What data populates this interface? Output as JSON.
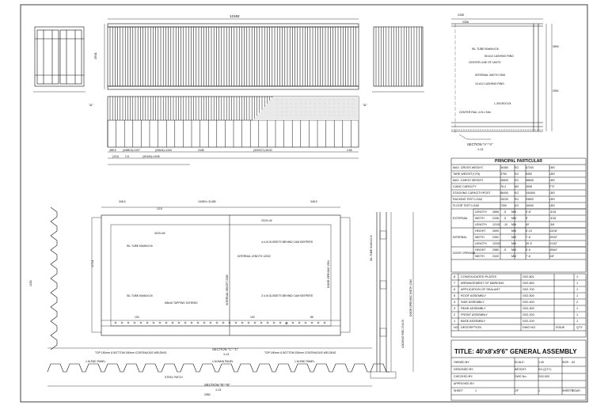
{
  "drawing": {
    "top_dims": {
      "overall_length": "12192",
      "height": "2591",
      "width_end": "2438",
      "bottom_dims": [
        "485.5",
        "(5388.5)=1107",
        "(336x4)=1340",
        "2438",
        "(300X27)=8100",
        "4.86",
        "(2X2)",
        "2.5",
        "(3X340)=1935"
      ]
    },
    "section_aa": {
      "labels": [
        "SIL.TUBE 60x60x3.0t",
        "50-#12 LASHING RING",
        "CENTER LINE OF UNITS",
        "INTERNAL WIDTH 2352",
        "10-#12 LASHING RING",
        "L-30X30X3.0t",
        "CENTER RAIL 4.0t x 32m"
      ],
      "title": "SECTION \"A\"-\"A\"",
      "scale": "1:13",
      "dims": [
        "2438",
        "2336",
        "2890",
        "2591"
      ]
    },
    "side_section": {
      "labels": [
        "SIL.TUBE 60x60x3.0t",
        "4-4.0t GUSSETS BEHIND CAM KEEPERS",
        "INTERNAL LENGTH 12032",
        "SIL.TUBE 60x60x3.0t",
        "M8x16 TAPPING SCREWS",
        "2-4.0t GUSSETS BEHIND CAM KEEPERS",
        "DOOR OPENING 2591",
        "TOP 150mm & BOTTOM 150mm CONTINUOUS WELDING",
        "1.6t END PANEL",
        "1.6t MAIN PANEL",
        "TOP 150mm & BOTTOM 150mm CONTINUOUS WELDING",
        "1.6t END PANEL",
        "STEEL PATCH",
        "INTERNAL HEIGHT 2385"
      ],
      "dims": [
        "348.5",
        "104501=11465",
        "348.5",
        "13.5",
        "3X20=60",
        "2X20=40",
        "1180",
        "2950",
        "11714",
        "100",
        "100",
        "85",
        "41"
      ],
      "title_c": "SECTION \"C\"-\"C\"",
      "scale_c": "1:13",
      "title_b": "SECTION \"B\"-\"B\"",
      "scale_b": "1:13"
    },
    "right_section": {
      "labels": [
        "SIL.TUBE 60x60x3.0t",
        "DOOR OPENING WIDTH 2340",
        "LOCKING ROD 27x3.5t"
      ]
    }
  },
  "principal_particular": {
    "title": "PRINCIPAL PARTICULAR",
    "rows": [
      [
        "MAX. GROSS WEIGHT",
        "30480",
        "KG",
        "67200",
        "LBS"
      ],
      [
        "TARE WEIGHT(+2%)",
        "3790",
        "KG",
        "8350",
        "LBS"
      ],
      [
        "MAX. CARGO WEIGHT",
        "26690",
        "KG",
        "58845",
        "LBS"
      ],
      [
        "CUBIC CAPACITY",
        "76.4",
        "M3",
        "2698",
        "FT3"
      ],
      [
        "STACKING CAPACITY/POST",
        "86400",
        "KG",
        "190500",
        "LBS"
      ],
      [
        "RACKING TEST LOAD",
        "15240",
        "KG",
        "33600",
        "LBS"
      ],
      [
        "FLOOR TEST LOAD",
        "7260",
        "KG",
        "16000",
        "LBS"
      ]
    ],
    "dim_groups": [
      {
        "group": "EXTERNAL",
        "rows": [
          [
            "LENGTH",
            "2896",
            "-5",
            "MM",
            "9'-6\"",
            "-3/16"
          ],
          [
            "WIDTH",
            "2438",
            "-5",
            "MM",
            "8'",
            "-3/16"
          ],
          [
            "LENGTH",
            "12192",
            "-10",
            "MM",
            "40'",
            "-3/8"
          ]
        ]
      },
      {
        "group": "INTERNAL",
        "rows": [
          [
            "HEIGHT",
            "2695",
            "",
            "MM",
            "8'-10",
            "13/16\""
          ],
          [
            "WIDTH",
            "2352",
            "",
            "MM",
            "7'-8",
            "19/32\""
          ],
          [
            "LENGTH",
            "12032",
            "",
            "MM",
            "39'-5",
            "21/32\""
          ]
        ]
      },
      {
        "group": "DOOR OPENING",
        "rows": [
          [
            "HEIGHT",
            "2585",
            "-5",
            "MM",
            "8'-5",
            "49/64\""
          ],
          [
            "WIDTH",
            "2340",
            "",
            "MM",
            "7'-8",
            "1/8\""
          ]
        ]
      }
    ]
  },
  "bom": {
    "rows": [
      [
        "8",
        "CONSOLIDATED PLATES",
        "G02-801",
        "",
        "1"
      ],
      [
        "7",
        "ARRANGEMENT OF MARKING",
        "G02-800",
        "",
        "1"
      ],
      [
        "6",
        "APPLICATION OF SEALANT",
        "G02-700",
        "",
        "1"
      ],
      [
        "5",
        "ROOF ASSEMBLY",
        "G02-500",
        "",
        "1"
      ],
      [
        "4",
        "SIDE ASSEMBLY",
        "G02-400",
        "",
        "2"
      ],
      [
        "3",
        "REAR ASSEMBLY",
        "G02-300",
        "",
        "1"
      ],
      [
        "2",
        "FRONT ASSEMBLY",
        "G02-200",
        "",
        "1"
      ],
      [
        "1",
        "BASE ASSEMBLY",
        "G02-100",
        "",
        "1"
      ]
    ],
    "header": [
      "NO",
      "DESCRIPTION",
      "DWG NO.",
      "ISSUE",
      "QTY."
    ]
  },
  "title_block": {
    "title": "TITLE: 40'x8'x9'6\" GENERAL ASSEMBLY",
    "rows": [
      [
        "OWNED BY:",
        "",
        "SCALE:",
        "1:40",
        "SIZE:",
        "A3"
      ],
      [
        "DESIGNED BY:",
        "",
        "WEIGHT:",
        "KG.(QTY.)",
        "",
        ""
      ],
      [
        "CHECKED BY:",
        "",
        "DWG No.:",
        "G02-000",
        "",
        ""
      ],
      [
        "APPROVED BY:",
        "",
        "",
        "",
        "",
        ""
      ],
      [
        "SHEET",
        "1",
        "OF",
        "1",
        "SHEETS",
        "ISSUE:"
      ]
    ]
  }
}
